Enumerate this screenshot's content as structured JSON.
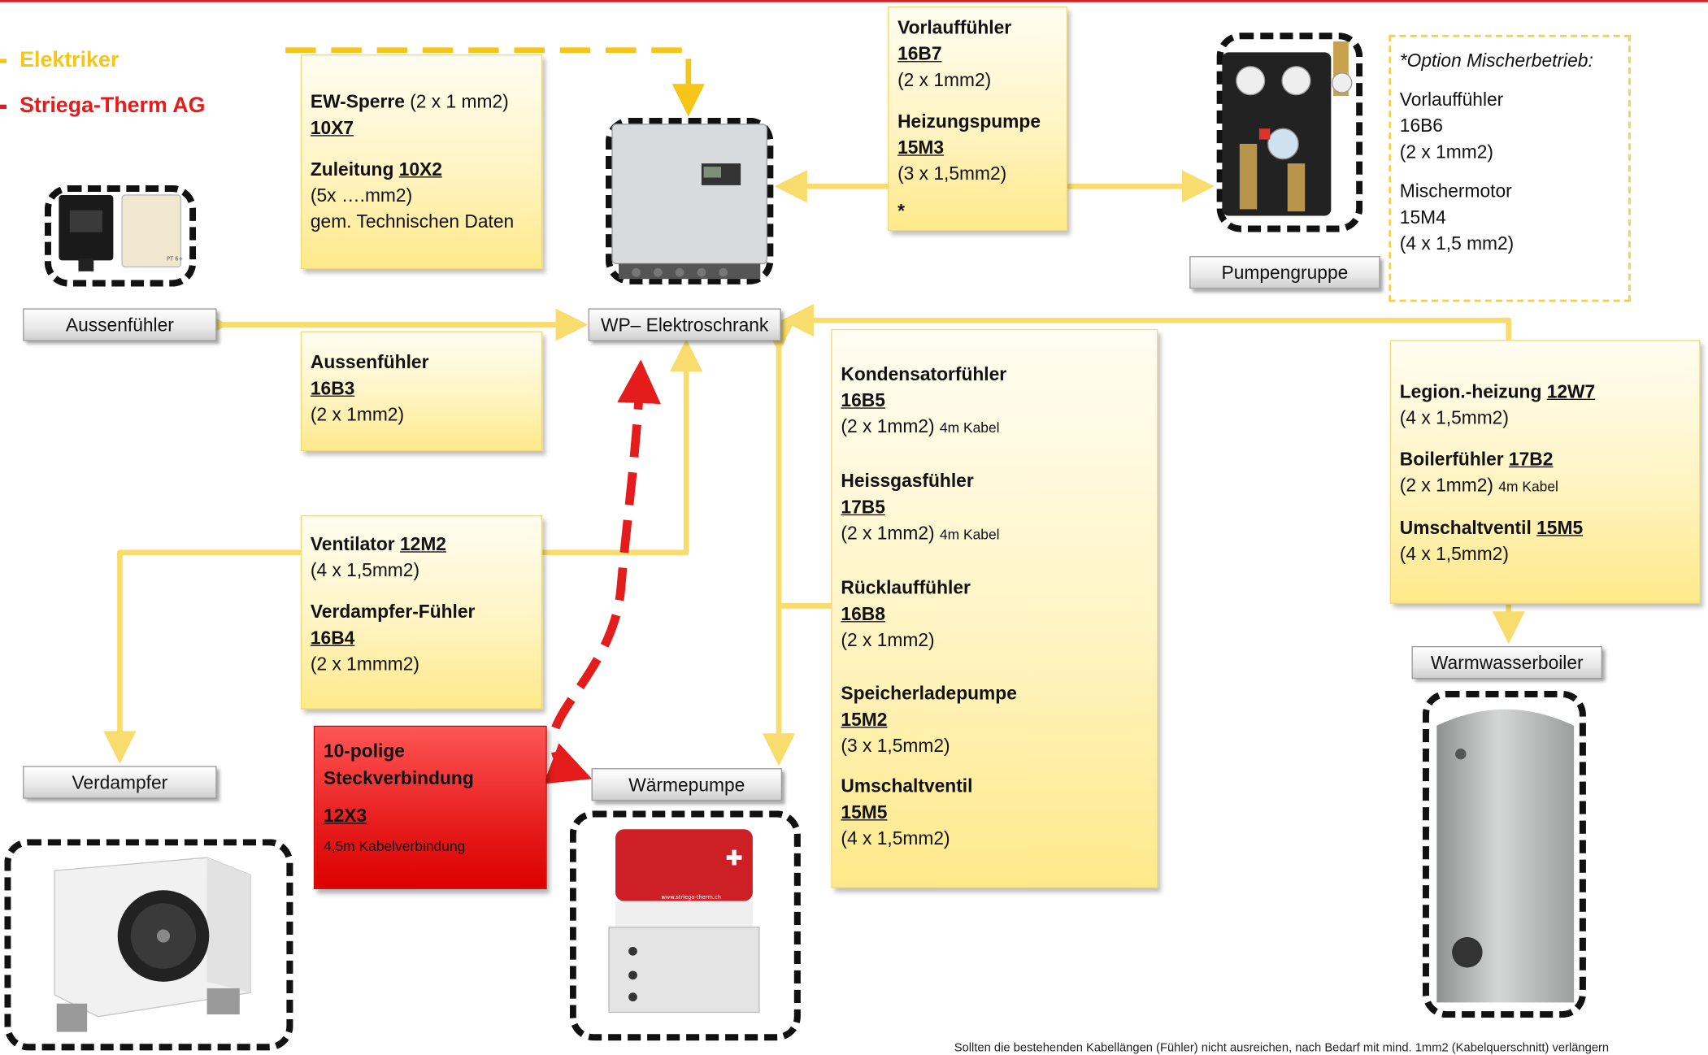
{
  "legend": [
    {
      "label": "Elektriker",
      "color": "#f5c518"
    },
    {
      "label": "Striega-Therm AG",
      "color": "#e51c1c"
    }
  ],
  "nodes": {
    "aussen": "Aussenfühler",
    "schrank": "WP– Elektroschrank",
    "pumpen": "Pumpengruppe",
    "verdampfer": "Verdampfer",
    "waermepumpe": "Wärmepumpe",
    "boiler": "Warmwasserboiler"
  },
  "boxes": {
    "ew": {
      "l1b": "EW-Sperre",
      "l1": " (2 x 1 mm2)",
      "l2": "10X7",
      "l3b": "Zuleitung ",
      "l3u": "10X2",
      "l4": "(5x ….mm2)",
      "l5": "gem. Technischen Daten"
    },
    "vorlauf": {
      "t1": "Vorlauffühler",
      "c1": "16B7",
      "s1": "(2 x 1mm2)",
      "t2": "Heizungspumpe",
      "c2": "15M3",
      "s2": "(3 x 1,5mm2)",
      "star": "*"
    },
    "option": {
      "title": "*Option Mischerbetrieb:",
      "t1": "Vorlauffühler",
      "c1": "16B6",
      "s1": "(2 x 1mm2)",
      "t2": "Mischermotor",
      "c2": "15M4",
      "s2": "(4 x 1,5 mm2)"
    },
    "aussenf": {
      "t1": "Aussenfühler",
      "c1": "16B3",
      "s1": "(2 x 1mm2)"
    },
    "venti": {
      "t1": "Ventilator ",
      "c1": "12M2",
      "s1": " (4 x 1,5mm2)",
      "t2": "Verdampfer-Fühler",
      "c2": "16B4",
      "s2": "(2 x 1mmm2)"
    },
    "kond": {
      "t1": "Kondensatorfühler",
      "c1": "16B5",
      "s1": "(2 x 1mm2)",
      "k1": "4m Kabel",
      "t2": "Heissgasfühler",
      "c2": "17B5",
      "s2": "(2 x 1mm2)",
      "k2": "4m Kabel",
      "t3": "Rücklauffühler",
      "c3": "16B8",
      "s3": "(2 x 1mm2)",
      "t4": "Speicherladepumpe",
      "c4": "15M2",
      "s4": "(3 x 1,5mm2)",
      "t5": "Umschaltventil",
      "c5": "15M5",
      "s5": "(4 x 1,5mm2)"
    },
    "legion": {
      "t1": "Legion.-heizung ",
      "c1": "12W7",
      "s1": "(4 x 1,5mm2)",
      "t2": "Boilerfühler ",
      "c2": "17B2",
      "s2": "(2 x 1mm2)",
      "k2": "4m Kabel",
      "t3": "Umschaltventil ",
      "c3": "15M5",
      "s3": "(4 x 1,5mm2)"
    },
    "red": {
      "t1": "10-polige",
      "t2": "Steckverbindung",
      "c": "12X3",
      "s": "4,5m Kabelverbindung"
    }
  },
  "footnote": "Sollten die bestehenden Kabellängen (Fühler) nicht ausreichen, nach Bedarf mit mind. 1mm2 (Kabelquerschnitt) verlängern",
  "colors": {
    "elektriker": "#f5c518",
    "striega": "#e51c1c",
    "line": "#f8dc6e"
  }
}
